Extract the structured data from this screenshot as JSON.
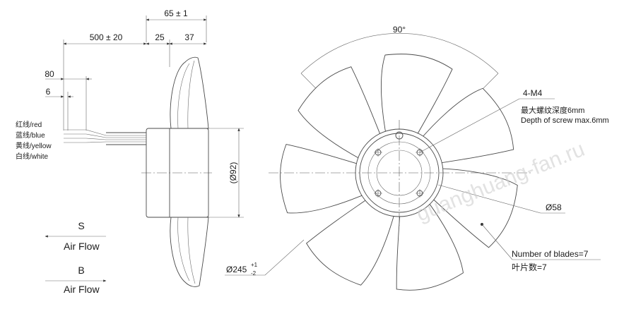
{
  "side_view": {
    "dim_total": "65 ± 1",
    "dim_cable": "500 ± 20",
    "dim_a": "25",
    "dim_b": "37",
    "dim_80": "80",
    "dim_6": "6",
    "dim_dia": "(Ø92)",
    "wires": [
      "红线/red",
      "蓝线/blue",
      "黄线/yellow",
      "白线/white"
    ]
  },
  "airflow": [
    {
      "letter": "S",
      "label": "Air Flow"
    },
    {
      "letter": "B",
      "label": "Air Flow"
    }
  ],
  "front_view": {
    "angle": "90°",
    "screw_spec": "4-M4",
    "screw_depth_cn": "最大螺纹深度6mm",
    "screw_depth_en": "Depth of screw max.6mm",
    "hub_dia": "Ø58",
    "blades_en": "Number of blades=7",
    "blades_cn": "叶片数=7",
    "outer_dia": "Ø245",
    "outer_tol_plus": "+1",
    "outer_tol_minus": "-2"
  },
  "watermark": "guanghuang-fan.ru"
}
